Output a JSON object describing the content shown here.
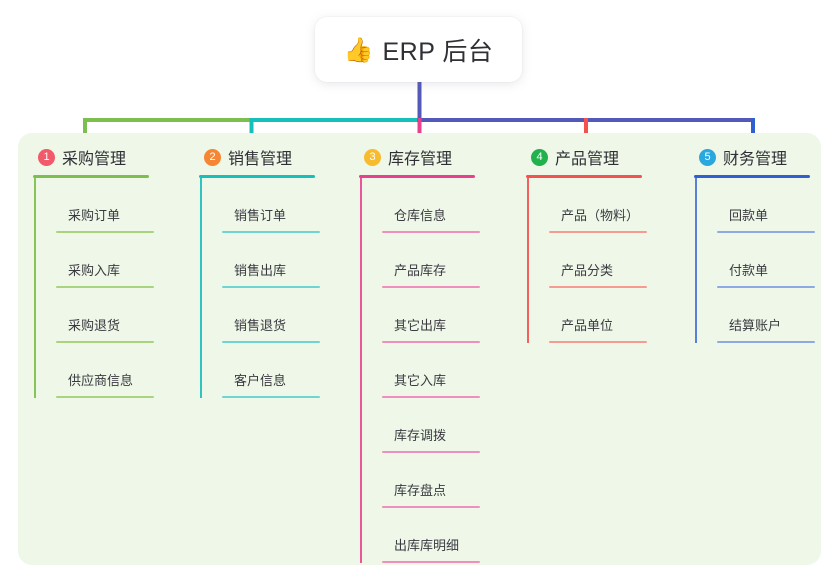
{
  "diagram": {
    "type": "mind-map",
    "title": "ERP 后台",
    "root": {
      "emoji": "👍",
      "emoji_name": "thumbs-up-emoji",
      "label": "ERP 后台"
    },
    "panel_background": "#eef7e8",
    "root_stem_color": "#5458b8",
    "branches": [
      {
        "index": "1",
        "label": "采购管理",
        "badge_color": "#f05a6a",
        "rule_color": "#7cbf4f",
        "spine_color": "#86c457",
        "leaf_rule_color": "#a8d47f",
        "bus_color": "#7cbf4f",
        "items": [
          "采购订单",
          "采购入库",
          "采购退货",
          "供应商信息"
        ]
      },
      {
        "index": "2",
        "label": "销售管理",
        "badge_color": "#f58634",
        "rule_color": "#17bfbb",
        "spine_color": "#2ec4c0",
        "leaf_rule_color": "#6ed6d2",
        "bus_color": "#17bfbb",
        "items": [
          "销售订单",
          "销售出库",
          "销售退货",
          "客户信息"
        ]
      },
      {
        "index": "3",
        "label": "库存管理",
        "badge_color": "#f6bb2e",
        "rule_color": "#ea3f8e",
        "spine_color": "#e8569c",
        "leaf_rule_color": "#f08fbd",
        "bus_color": "#5458b8",
        "items": [
          "仓库信息",
          "产品库存",
          "其它出库",
          "其它入库",
          "库存调拨",
          "库存盘点",
          "出库库明细"
        ]
      },
      {
        "index": "4",
        "label": "产品管理",
        "badge_color": "#22b14c",
        "rule_color": "#f4524d",
        "spine_color": "#f4615c",
        "leaf_rule_color": "#f79a92",
        "bus_color": "#5458b8",
        "items": [
          "产品（物料）",
          "产品分类",
          "产品单位"
        ]
      },
      {
        "index": "5",
        "label": "财务管理",
        "badge_color": "#29a8e0",
        "rule_color": "#2f5fd0",
        "spine_color": "#5a7fd8",
        "leaf_rule_color": "#8fa9e4",
        "bus_color": "#5458b8",
        "items": [
          "回款单",
          "付款单",
          "结算账户"
        ]
      }
    ]
  }
}
